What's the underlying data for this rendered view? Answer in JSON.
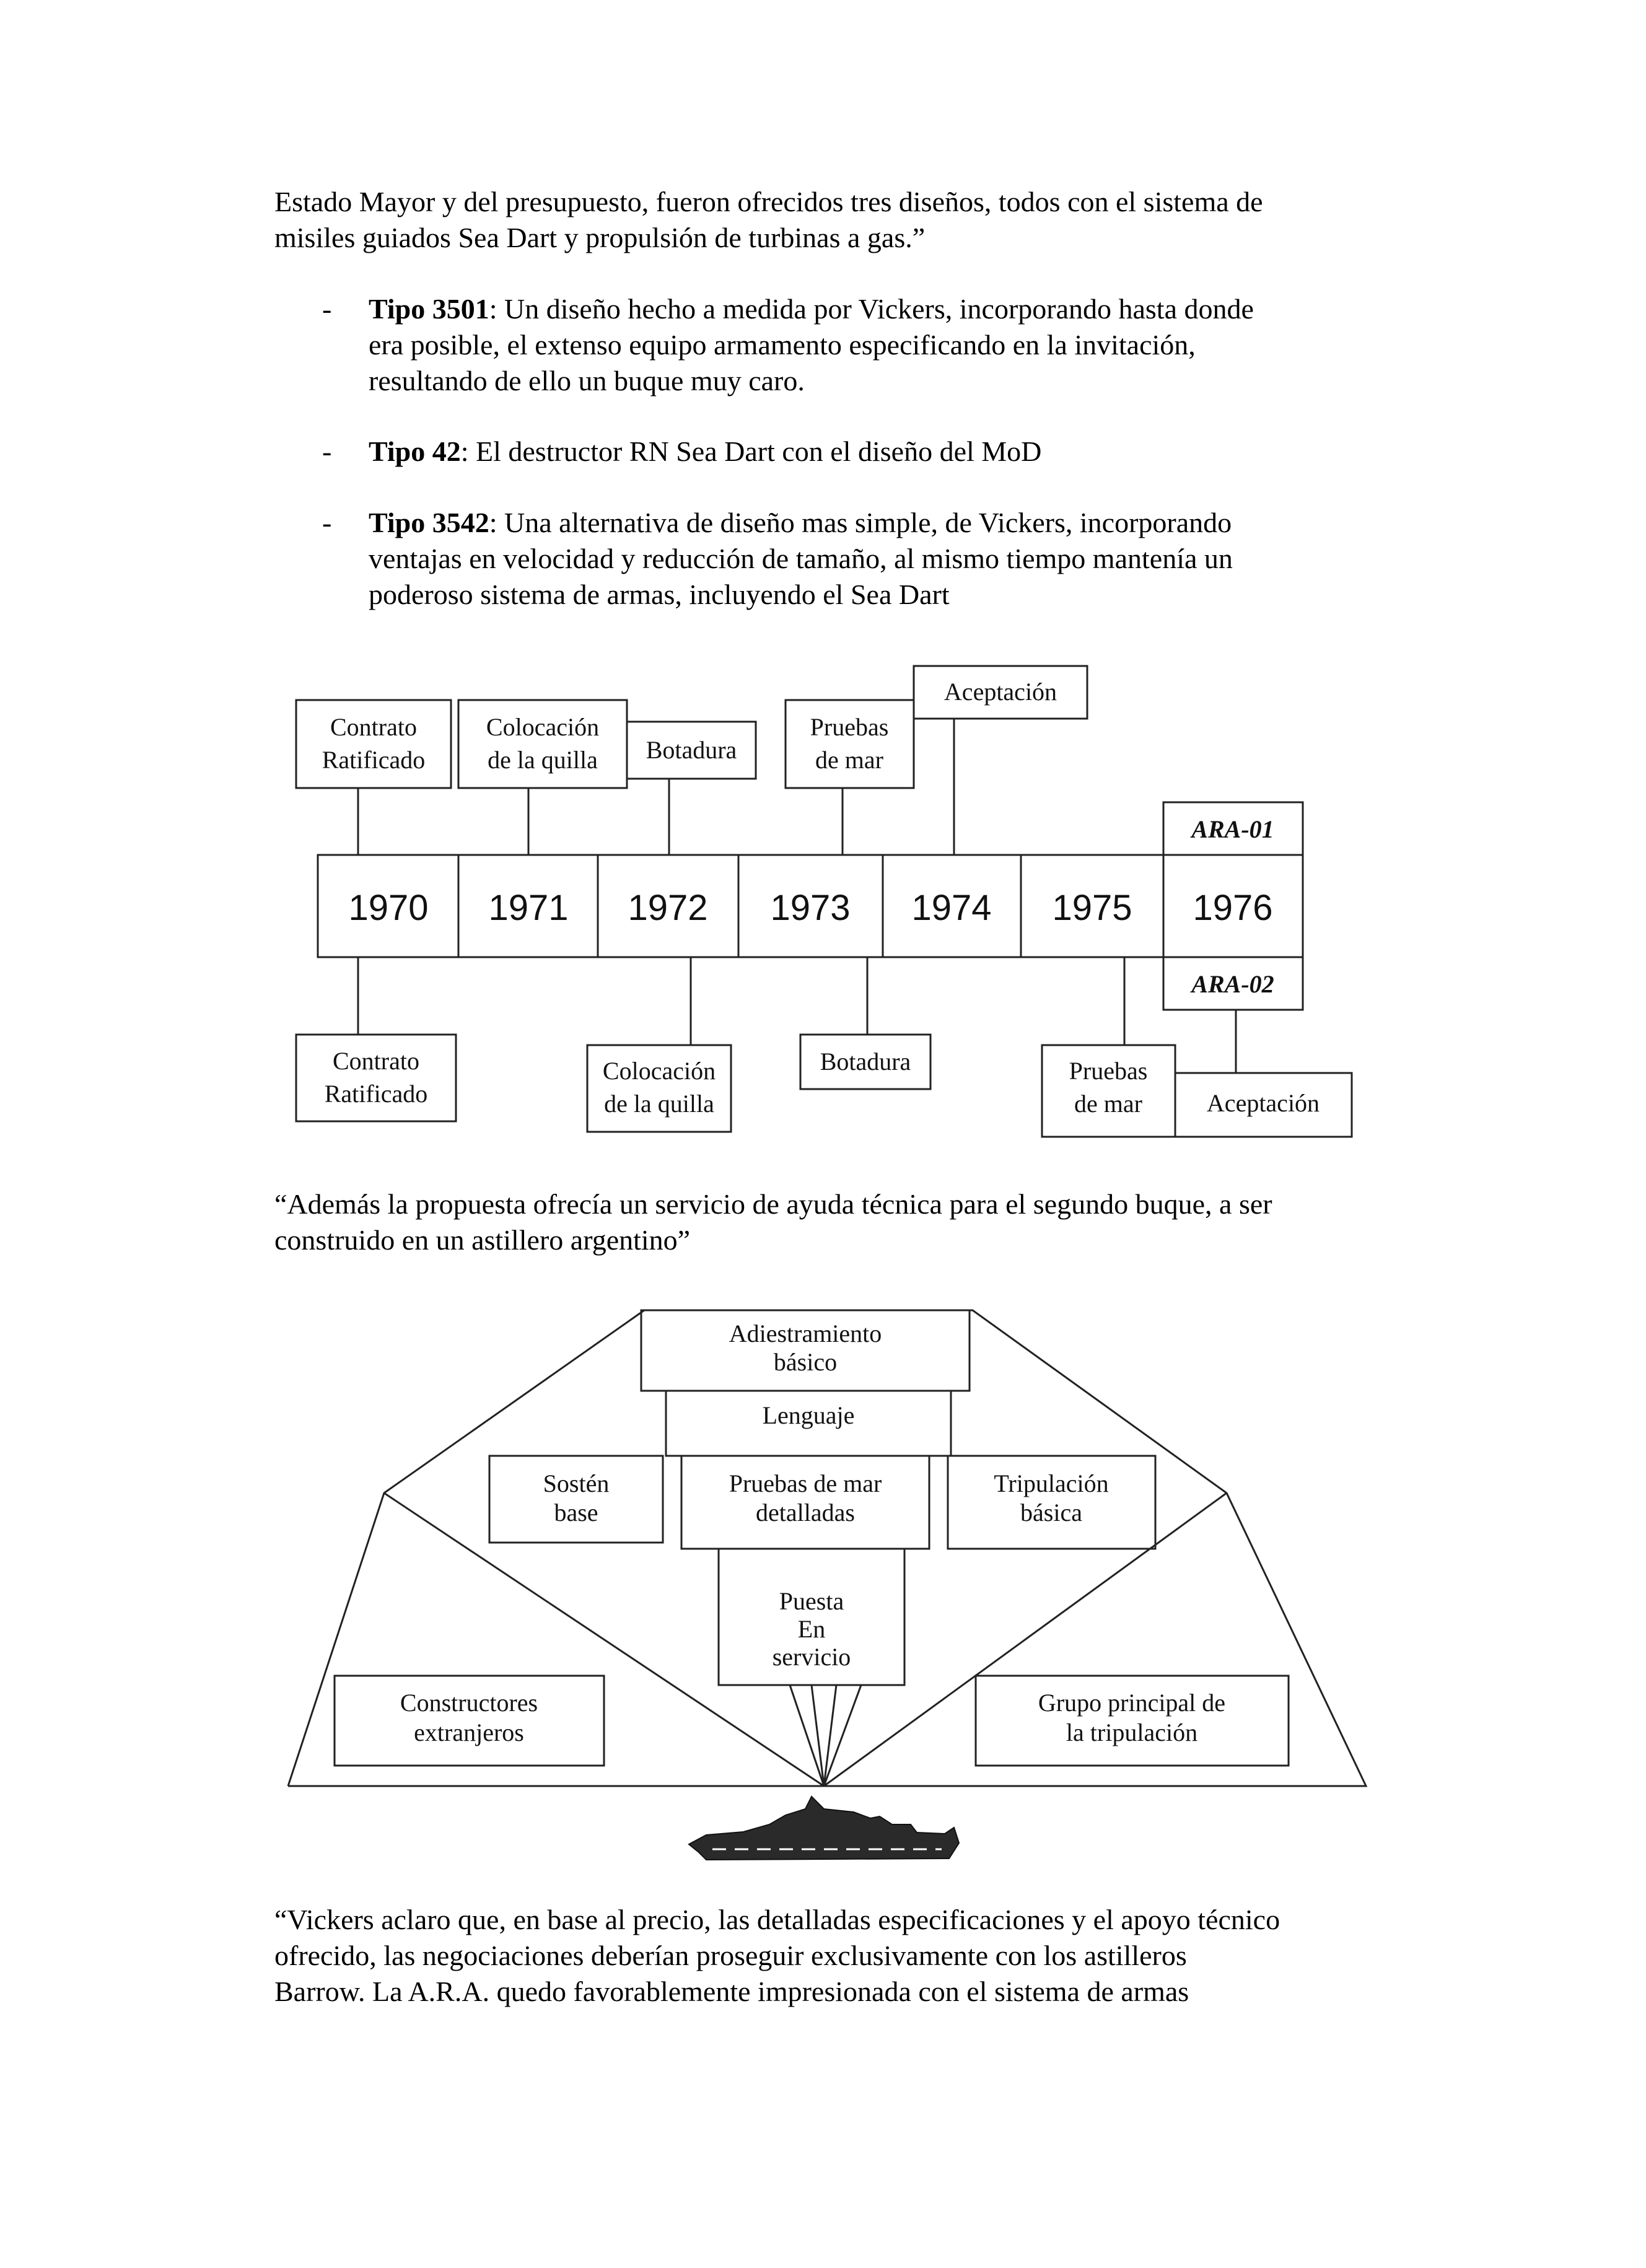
{
  "paragraphs": {
    "p1": {
      "l1": "Estado Mayor y del presupuesto, fueron ofrecidos tres diseños, todos con el sistema de",
      "l2": "misiles guiados Sea Dart y propulsión de turbinas a gas.”"
    },
    "p2": {
      "l1": "“Además la propuesta ofrecía un servicio de ayuda técnica para el segundo buque, a ser",
      "l2": "construido en un astillero argentino”"
    },
    "p3": {
      "l1": "“Vickers aclaro que, en base al precio, las detalladas especificaciones y el apoyo técnico",
      "l2": "ofrecido, las negociaciones deberían proseguir exclusivamente con los astilleros",
      "l3": "Barrow. La A.R.A. quedo favorablemente impresionada con el sistema de armas"
    }
  },
  "bullets": [
    {
      "dash": "-",
      "term": "Tipo 3501",
      "lines": [
        ": Un diseño hecho a medida por Vickers, incorporando hasta donde",
        "era posible, el extenso equipo armamento especificando en la invitación,",
        "resultando de ello un buque muy caro."
      ]
    },
    {
      "dash": "-",
      "term": "Tipo 42",
      "lines": [
        ": El destructor RN Sea Dart con el diseño del MoD"
      ]
    },
    {
      "dash": "-",
      "term": "Tipo 3542",
      "lines": [
        ": Una alternativa de diseño mas simple, de Vickers, incorporando",
        "ventajas en velocidad y reducción de tamaño, al mismo tiempo mantenía un",
        "poderoso sistema de armas, incluyendo el Sea Dart"
      ]
    }
  ],
  "timeline": {
    "years": [
      "1970",
      "1971",
      "1972",
      "1973",
      "1974",
      "1975",
      "1976"
    ],
    "ship1_label": "ARA-01",
    "ship2_label": "ARA-02",
    "top_events": [
      [
        "Contrato",
        "Ratificado"
      ],
      [
        "Colocación",
        "de la quilla"
      ],
      [
        "Botadura"
      ],
      [
        "Pruebas",
        "de mar"
      ],
      [
        "Aceptación"
      ]
    ],
    "bottom_events": [
      [
        "Contrato",
        "Ratificado"
      ],
      [
        "Colocación",
        "de la quilla"
      ],
      [
        "Botadura"
      ],
      [
        "Pruebas",
        "de mar"
      ],
      [
        "Aceptación"
      ]
    ]
  },
  "support": {
    "blocks": {
      "training": [
        "Adiestramiento",
        "básico"
      ],
      "language": [
        "Lenguaje"
      ],
      "base": [
        "Sostén",
        "base"
      ],
      "trials": [
        "Pruebas de mar",
        "detalladas"
      ],
      "crew": [
        "Tripulación",
        "básica"
      ],
      "commissioning": [
        "Puesta",
        "En",
        "servicio"
      ],
      "builders": [
        "Constructores",
        "extranjeros"
      ],
      "main_crew": [
        "Grupo principal de",
        "la tripulación"
      ]
    }
  }
}
